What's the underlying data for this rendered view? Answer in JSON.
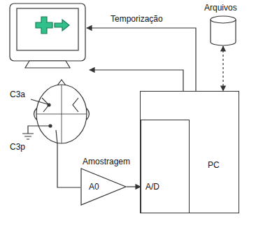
{
  "diagram": {
    "nodes": [
      {
        "text": [
          "PC"
        ]
      },
      {
        "text": [
          "A/D"
        ],
        "in": 0
      },
      {
        "text": [
          "A0"
        ]
      },
      {
        "text": [
          "Arquivos"
        ]
      }
    ],
    "edges": [
      {
        "from": 2,
        "to": 1,
        "arrow": "to"
      },
      {
        "from": 3,
        "to": 0,
        "arrow": "both"
      }
    ],
    "labels": [
      "Temporização",
      "Amostragem",
      "C3a",
      "C3p"
    ]
  }
}
